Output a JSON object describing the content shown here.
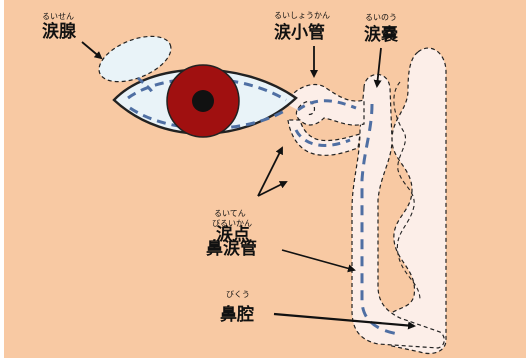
{
  "colors": {
    "background": "#F8C9A3",
    "border": "#FFFFFF",
    "gland_fill": "#E9F3F8",
    "duct_fill": "#FCEEE8",
    "outline": "#222222",
    "flow_dashes": "#4F6FA3",
    "iris": "#A01010",
    "pupil": "#111111",
    "arrow": "#111111"
  },
  "labels": {
    "lacrimal_gland": {
      "ruby": "るいせん",
      "text": "涙腺"
    },
    "canaliculus": {
      "ruby": "るいしょうかん",
      "text": "涙小管"
    },
    "lacrimal_sac": {
      "ruby": "るいのう",
      "text": "涙嚢"
    },
    "punctum": {
      "ruby": "るいてん",
      "text": "涙点"
    },
    "nasolacrimal_duct": {
      "ruby": "びるいかん",
      "text": "鼻涙管"
    },
    "nasal_cavity": {
      "ruby": "びくう",
      "text": "鼻腔"
    }
  }
}
